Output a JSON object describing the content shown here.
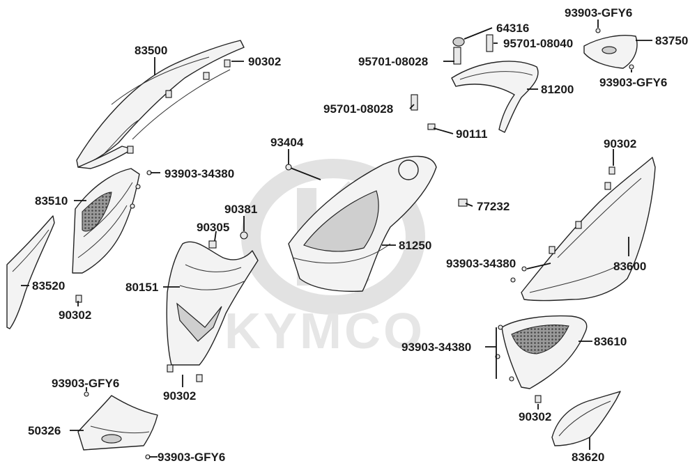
{
  "watermark": {
    "brand": "KYMCO"
  },
  "callouts": [
    {
      "id": "c1",
      "part_no": "83500"
    },
    {
      "id": "c2",
      "part_no": "90302"
    },
    {
      "id": "c3",
      "part_no": "93903-34380"
    },
    {
      "id": "c4",
      "part_no": "83510"
    },
    {
      "id": "c5",
      "part_no": "83520"
    },
    {
      "id": "c6",
      "part_no": "90302"
    },
    {
      "id": "c7",
      "part_no": "90381"
    },
    {
      "id": "c8",
      "part_no": "90305"
    },
    {
      "id": "c9",
      "part_no": "80151"
    },
    {
      "id": "c10",
      "part_no": "90302"
    },
    {
      "id": "c11",
      "part_no": "93903-GFY6"
    },
    {
      "id": "c12",
      "part_no": "50326"
    },
    {
      "id": "c13",
      "part_no": "93903-GFY6"
    },
    {
      "id": "c14",
      "part_no": "93404"
    },
    {
      "id": "c15",
      "part_no": "81250"
    },
    {
      "id": "c16",
      "part_no": "64316"
    },
    {
      "id": "c17",
      "part_no": "95701-08040"
    },
    {
      "id": "c18",
      "part_no": "95701-08028"
    },
    {
      "id": "c19",
      "part_no": "81200"
    },
    {
      "id": "c20",
      "part_no": "95701-08028"
    },
    {
      "id": "c21",
      "part_no": "90111"
    },
    {
      "id": "c22",
      "part_no": "93903-GFY6"
    },
    {
      "id": "c23",
      "part_no": "83750"
    },
    {
      "id": "c24",
      "part_no": "93903-GFY6"
    },
    {
      "id": "c25",
      "part_no": "90302"
    },
    {
      "id": "c26",
      "part_no": "77232"
    },
    {
      "id": "c27",
      "part_no": "93903-34380"
    },
    {
      "id": "c28",
      "part_no": "83600"
    },
    {
      "id": "c29",
      "part_no": "93903-34380"
    },
    {
      "id": "c30",
      "part_no": "83610"
    },
    {
      "id": "c31",
      "part_no": "90302"
    },
    {
      "id": "c32",
      "part_no": "83620"
    }
  ]
}
